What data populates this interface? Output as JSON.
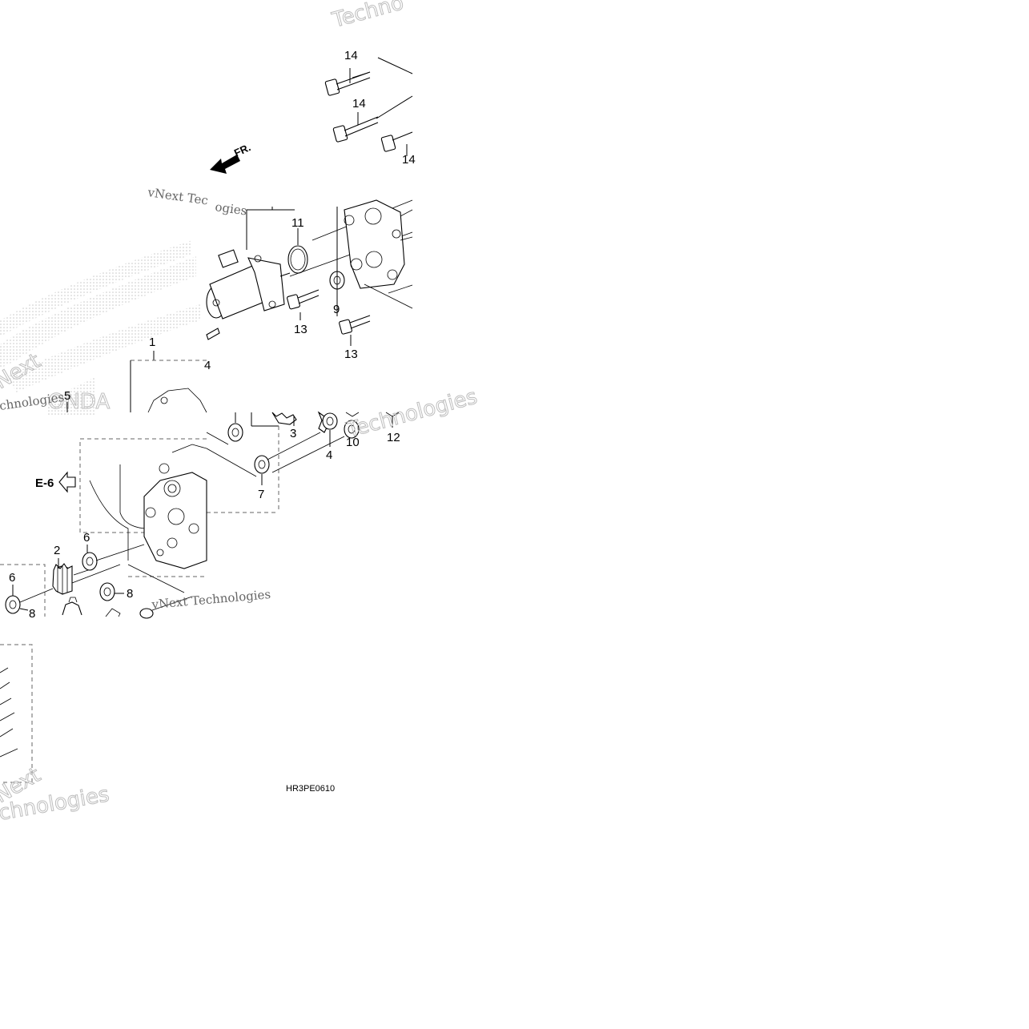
{
  "diagram": {
    "callouts": [
      "14",
      "14",
      "14",
      "11",
      "9",
      "13",
      "13",
      "1",
      "4",
      "5",
      "3",
      "4",
      "10",
      "12",
      "7",
      "6",
      "2",
      "6",
      "8",
      "8"
    ],
    "front_marker": "FR.",
    "section_ref": "E-6",
    "drawing_code": "HR3PE0610"
  },
  "watermarks": [
    "vNext Technologies",
    "Techno",
    "Technologies",
    "vNext Tec",
    "ogies",
    "Next",
    "chnologies"
  ],
  "colors": {
    "line": "#000000",
    "watermark": "#666666",
    "dots": "#c8c8c8"
  }
}
